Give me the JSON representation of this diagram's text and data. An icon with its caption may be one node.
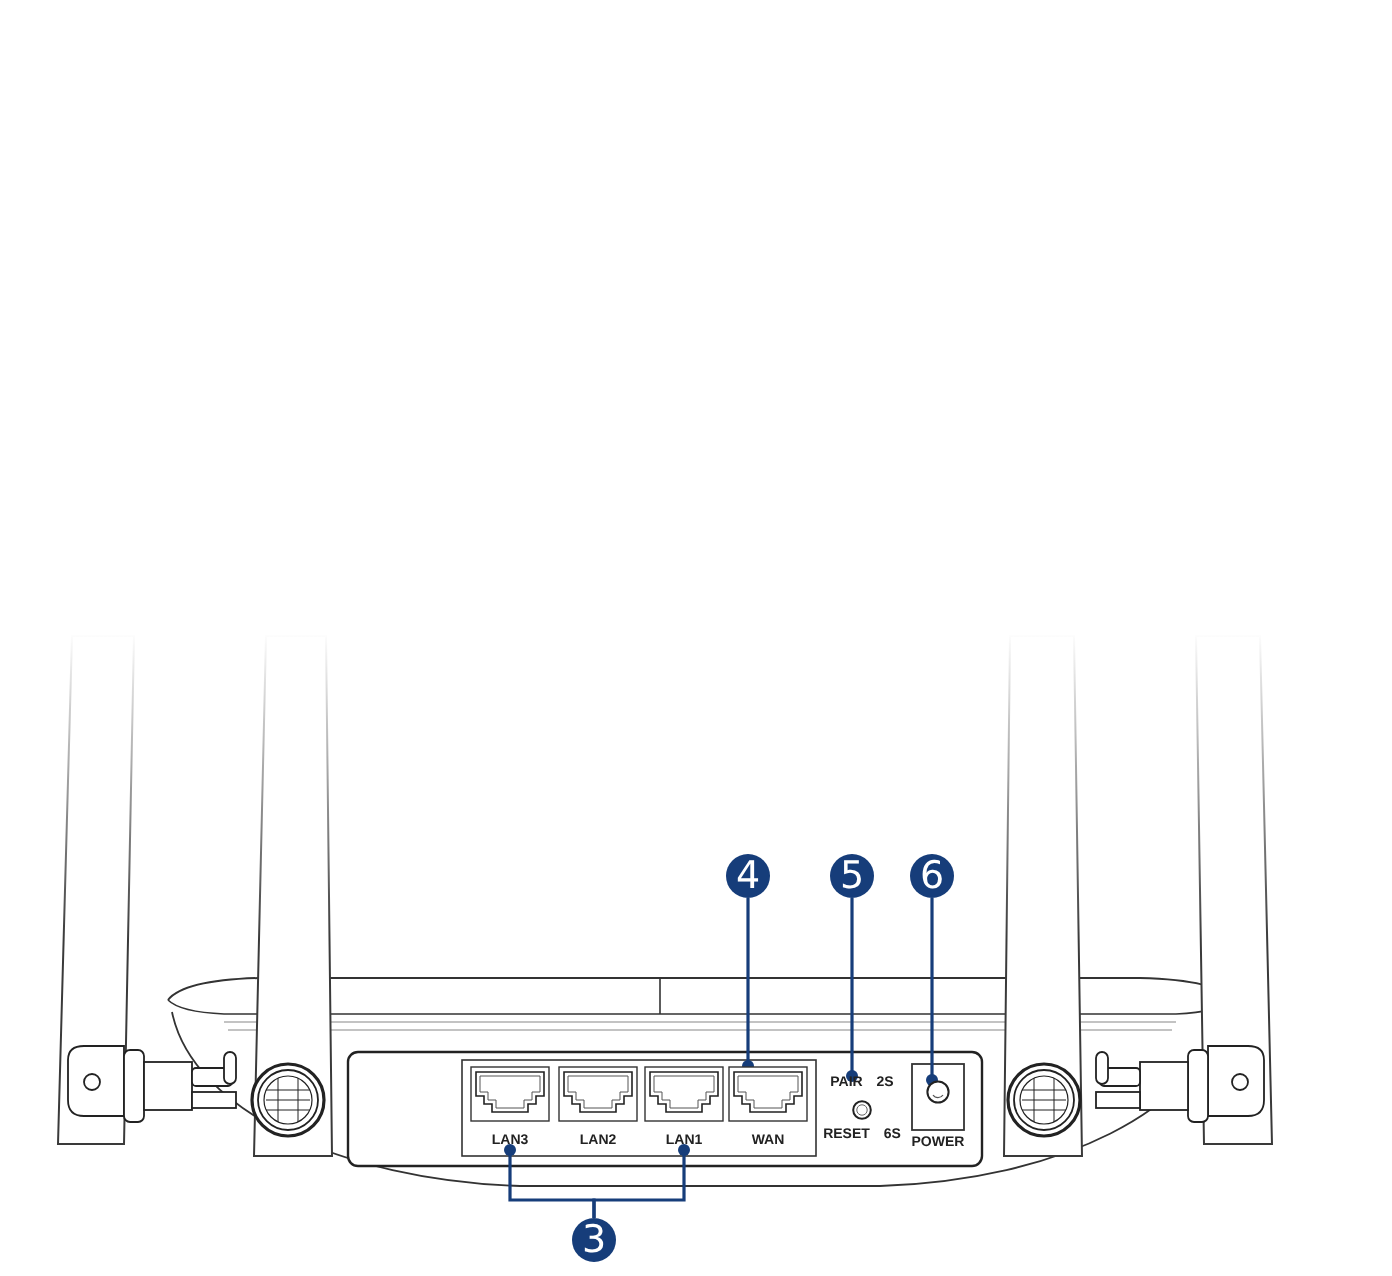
{
  "diagram": {
    "nodes": [
      {
        "text": [
          "4"
        ]
      },
      {
        "text": [
          "5"
        ]
      },
      {
        "text": [
          "6"
        ]
      },
      {
        "text": [
          "LAN3"
        ]
      },
      {
        "text": [
          "LAN2"
        ]
      },
      {
        "text": [
          "LAN1"
        ]
      },
      {
        "text": [
          "WAN"
        ]
      },
      {
        "text": [
          "PAIR 2S",
          "RESET 6S"
        ]
      },
      {
        "text": [
          "POWER"
        ]
      },
      {
        "text": [
          "3"
        ]
      }
    ],
    "edges": [
      {
        "from": 0,
        "to": 6,
        "arrow": "other"
      },
      {
        "from": 1,
        "to": 7,
        "arrow": "other"
      },
      {
        "from": 2,
        "to": 8,
        "arrow": "other"
      },
      {
        "from": 9,
        "to": 3,
        "arrow": "other"
      },
      {
        "from": 9,
        "to": 5,
        "arrow": "other"
      }
    ]
  }
}
